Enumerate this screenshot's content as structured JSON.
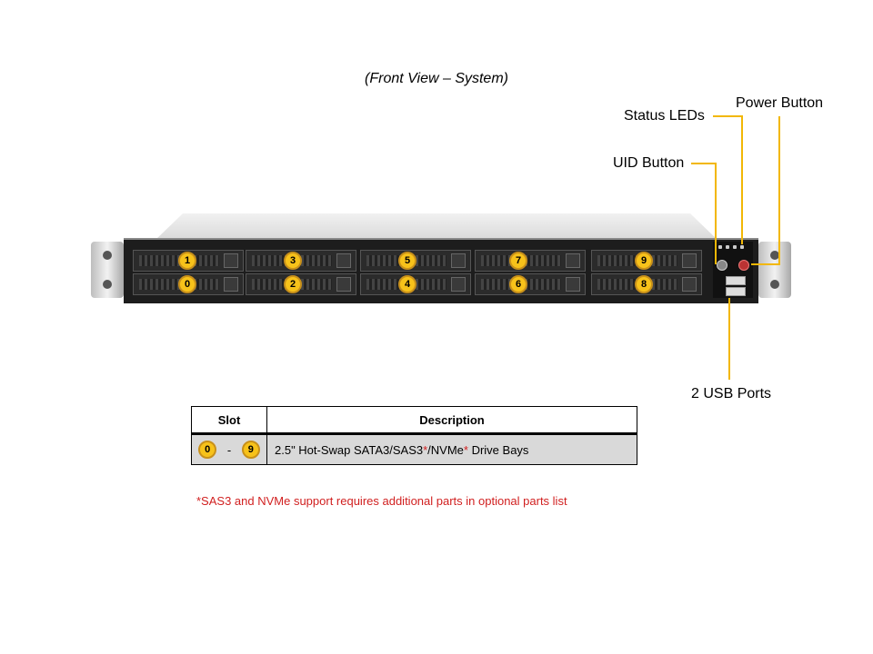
{
  "caption": "(Front View – System)",
  "callouts": {
    "status_leds": "Status LEDs",
    "power_button": "Power Button",
    "uid_button": "UID Button",
    "usb_ports": "2 USB Ports"
  },
  "drive_bays": {
    "top_row": [
      "1",
      "3",
      "5",
      "7",
      "9"
    ],
    "bottom_row": [
      "0",
      "2",
      "4",
      "6",
      "8"
    ]
  },
  "table": {
    "headers": {
      "slot": "Slot",
      "description": "Description"
    },
    "row": {
      "slot_from": "0",
      "slot_sep": "-",
      "slot_to": "9",
      "desc_part1": "2.5\" Hot-Swap SATA3/SAS3",
      "desc_star1": "*",
      "desc_part2": "/NVMe",
      "desc_star2": "*",
      "desc_part3": " Drive Bays"
    }
  },
  "footnote": "*SAS3  and  NVMe   support  requires  additional  parts  in  optional  parts  list",
  "colors": {
    "leader": "#f2b705",
    "badge": "#f7c21a",
    "footnote": "#d12020"
  }
}
